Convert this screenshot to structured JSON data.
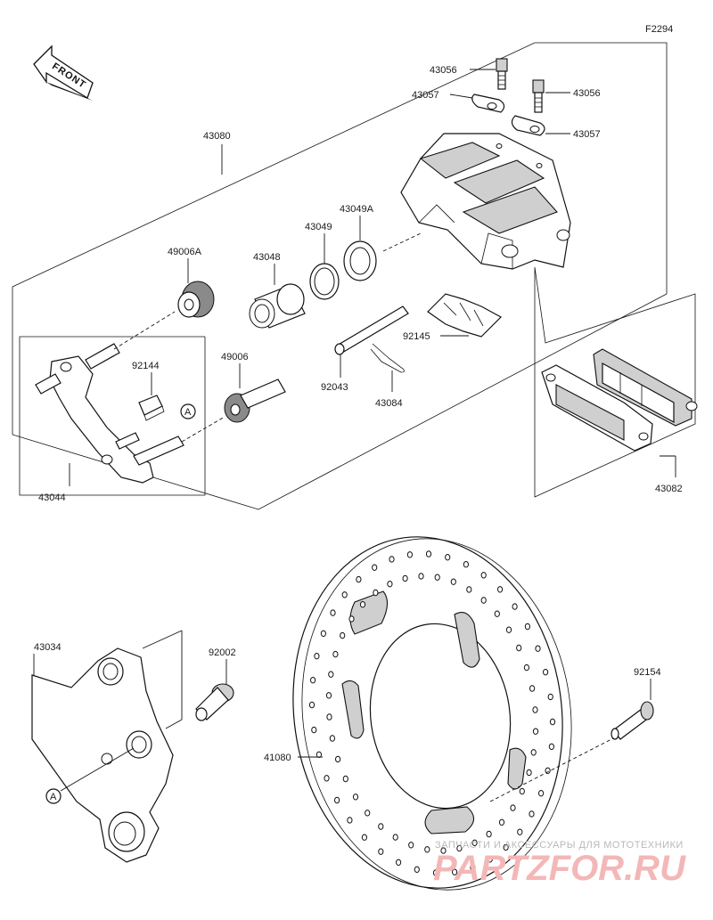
{
  "figure_code": "F2294",
  "front_badge": "FRONT",
  "parts": {
    "p43056a": "43056",
    "p43056b": "43056",
    "p43057a": "43057",
    "p43057b": "43057",
    "p43080": "43080",
    "p43049a": "43049A",
    "p43049": "43049",
    "p49006a": "49006A",
    "p43048": "43048",
    "p92145": "92145",
    "p92144": "92144",
    "p49006": "49006",
    "p92043": "92043",
    "p43084": "43084",
    "p43044": "43044",
    "p43082": "43082",
    "p43034": "43034",
    "p92002": "92002",
    "p92154": "92154",
    "p41080": "41080"
  },
  "ref_markers": {
    "a1": "A",
    "a2": "A"
  },
  "watermark": {
    "caption": "ЗАПЧАСТИ И АКСЕССУАРЫ ДЛЯ МОТОТЕХНИКИ",
    "logo": "PARTZFOR.RU"
  }
}
